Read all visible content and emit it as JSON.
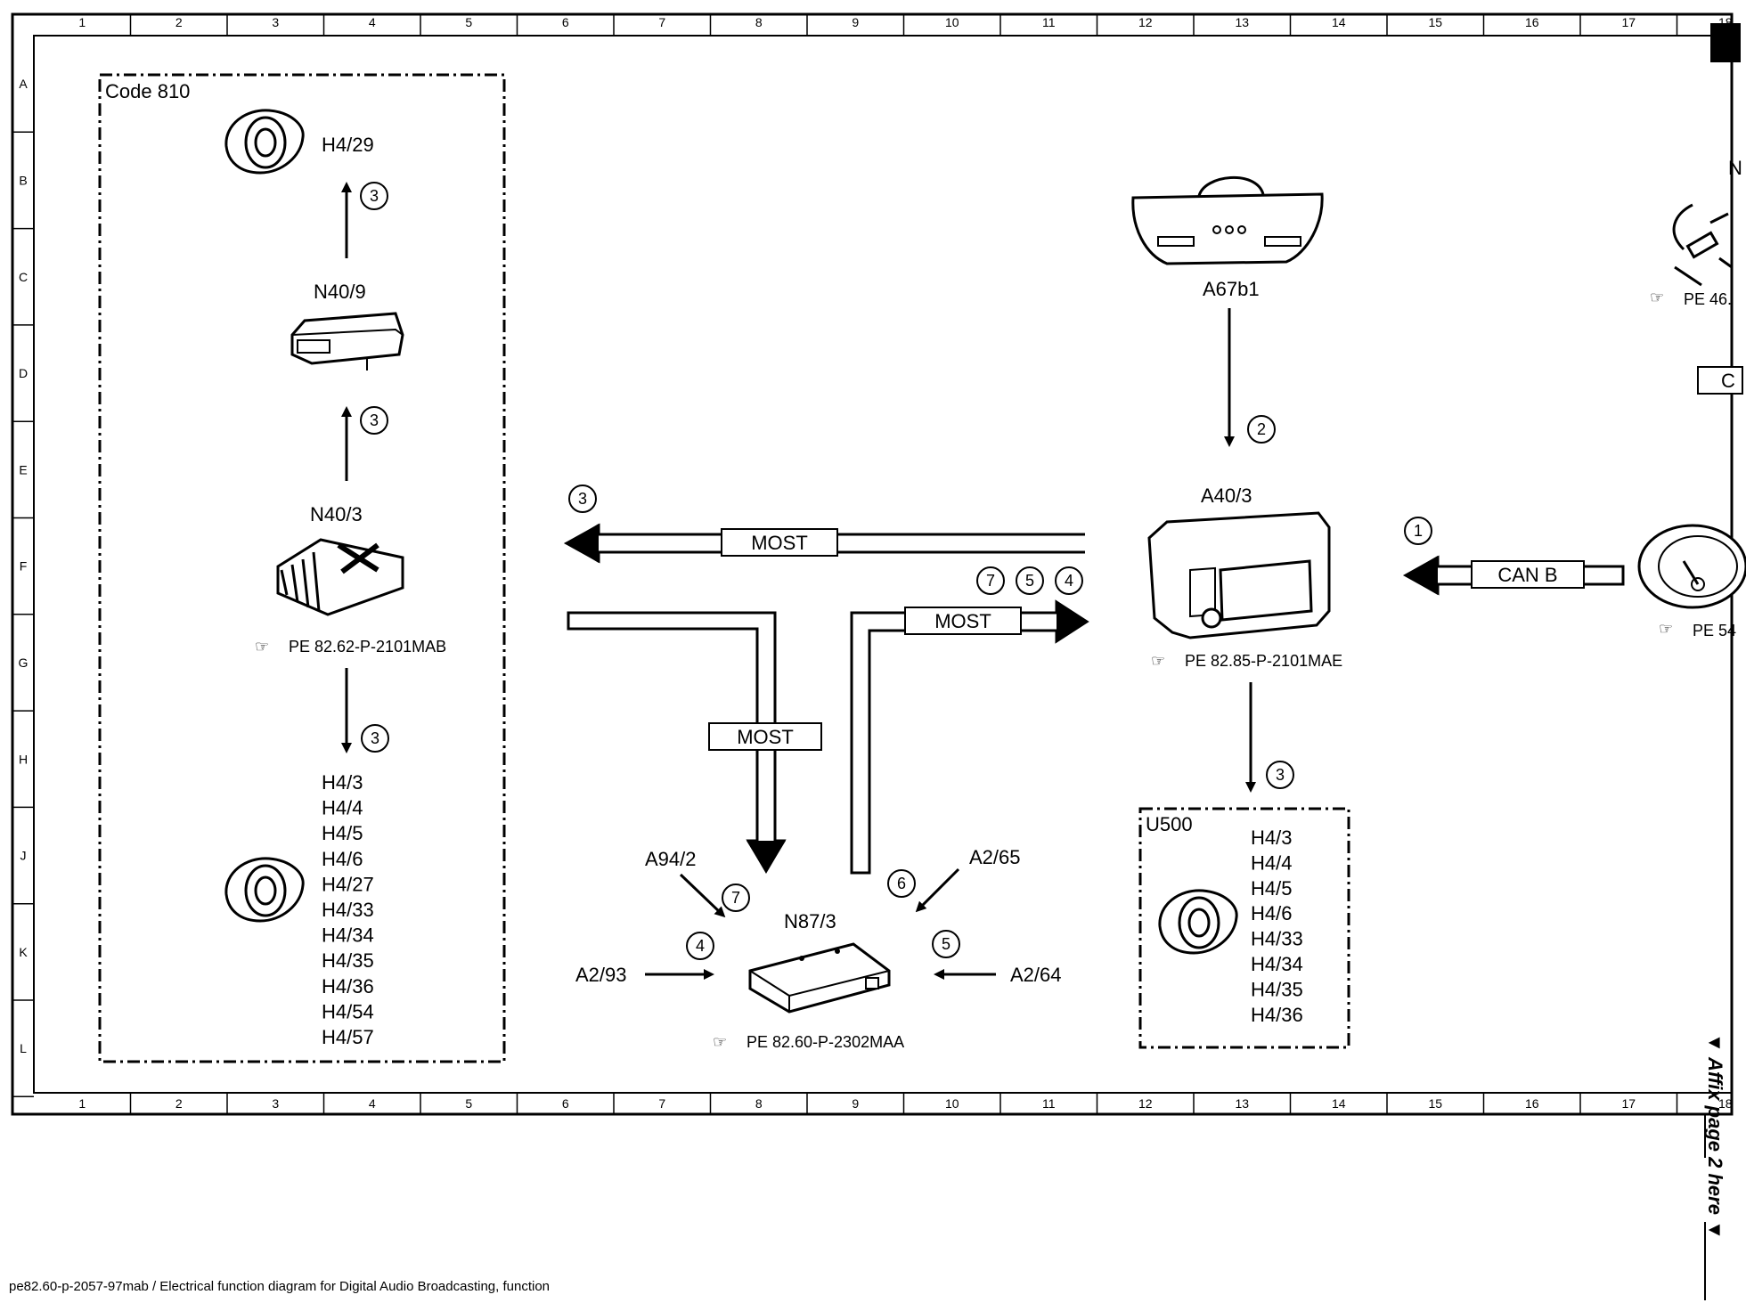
{
  "grid": {
    "columns": [
      "1",
      "2",
      "3",
      "4",
      "5",
      "6",
      "7",
      "8",
      "9",
      "10",
      "11",
      "12",
      "13",
      "14",
      "15",
      "16",
      "17",
      "18"
    ],
    "rows": [
      "A",
      "B",
      "C",
      "D",
      "E",
      "F",
      "G",
      "H",
      "J",
      "K",
      "L"
    ]
  },
  "code_group": {
    "title": "Code 810",
    "top_speaker": "H4/29",
    "module_upper": "N40/9",
    "module_amp": "N40/3",
    "amp_ref": "PE 82.62-P-2101MAB",
    "speakers": [
      "H4/3",
      "H4/4",
      "H4/5",
      "H4/6",
      "H4/27",
      "H4/33",
      "H4/34",
      "H4/35",
      "H4/36",
      "H4/54",
      "H4/57"
    ]
  },
  "mirror": {
    "label": "A67b1"
  },
  "head_unit": {
    "label": "A40/3",
    "ref": "PE 82.85-P-2101MAE"
  },
  "u500": {
    "title": "U500",
    "speakers": [
      "H4/3",
      "H4/4",
      "H4/5",
      "H4/6",
      "H4/33",
      "H4/34",
      "H4/35",
      "H4/36"
    ]
  },
  "tuner": {
    "label": "N87/3",
    "ref": "PE 82.60-P-2302MAA",
    "a94": "A94/2",
    "a265": "A2/65",
    "a293": "A2/93",
    "a264": "A2/64"
  },
  "buses": {
    "most": "MOST",
    "canb": "CAN B"
  },
  "side": {
    "ref1": "PE 46.",
    "ref2": "PE 54",
    "box": "C",
    "n": "N",
    "affix": "Affix page 2 here"
  },
  "markers": {
    "one": "1",
    "two": "2",
    "three": "3",
    "four": "4",
    "five": "5",
    "six": "6",
    "seven": "7"
  },
  "footer": "pe82.60-p-2057-97mab / Electrical function diagram for Digital Audio Broadcasting, function"
}
